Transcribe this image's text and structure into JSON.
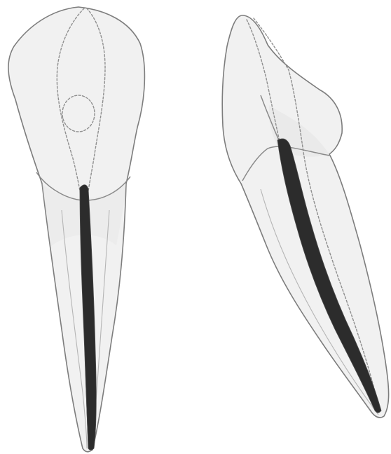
{
  "figure": {
    "views": [
      {
        "id": "labial-view",
        "icon": "tooth-labial-view-illustration"
      },
      {
        "id": "proximal-view",
        "icon": "tooth-proximal-view-illustration"
      }
    ],
    "colors": {
      "background": "#ffffff",
      "tooth_fill": "#f1f1f1",
      "outline": "#7d7d7d",
      "root_canal": "#2c2c2c"
    }
  }
}
